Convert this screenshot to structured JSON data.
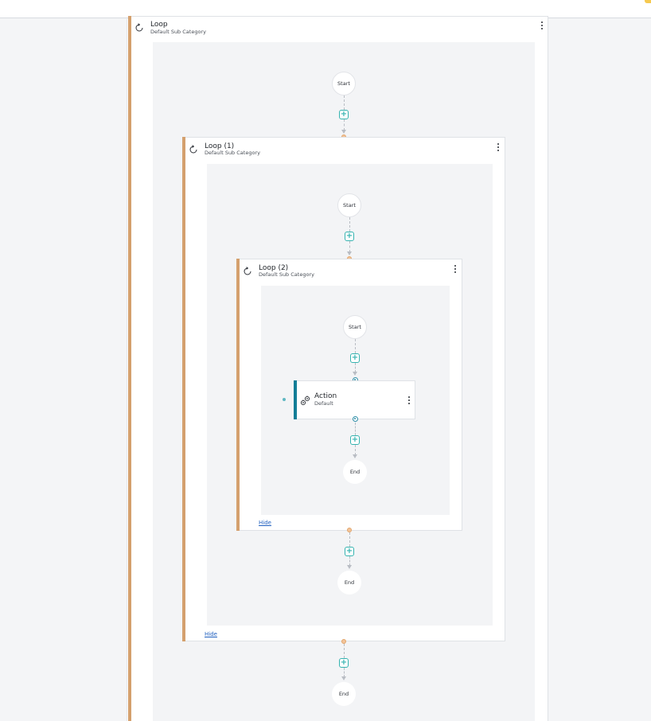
{
  "loops": {
    "outer": {
      "title": "Loop",
      "subtitle": "Default Sub Category"
    },
    "middle": {
      "title": "Loop (1)",
      "subtitle": "Default Sub Category",
      "hide_label": "Hide"
    },
    "inner": {
      "title": "Loop (2)",
      "subtitle": "Default Sub Category",
      "hide_label": "Hide"
    }
  },
  "nodes": {
    "start_label": "Start",
    "end_label": "End"
  },
  "action": {
    "title": "Action",
    "subtitle": "Default"
  },
  "colors": {
    "loop_accent": "#d4a06e",
    "action_accent": "#137e97",
    "add_button": "#35b3b0",
    "inner_background": "#f3f4f6"
  },
  "icons": {
    "loop": "loop-arrow-icon",
    "menu": "kebab-menu-icon",
    "action": "action-cog-icon",
    "add": "plus-icon"
  }
}
